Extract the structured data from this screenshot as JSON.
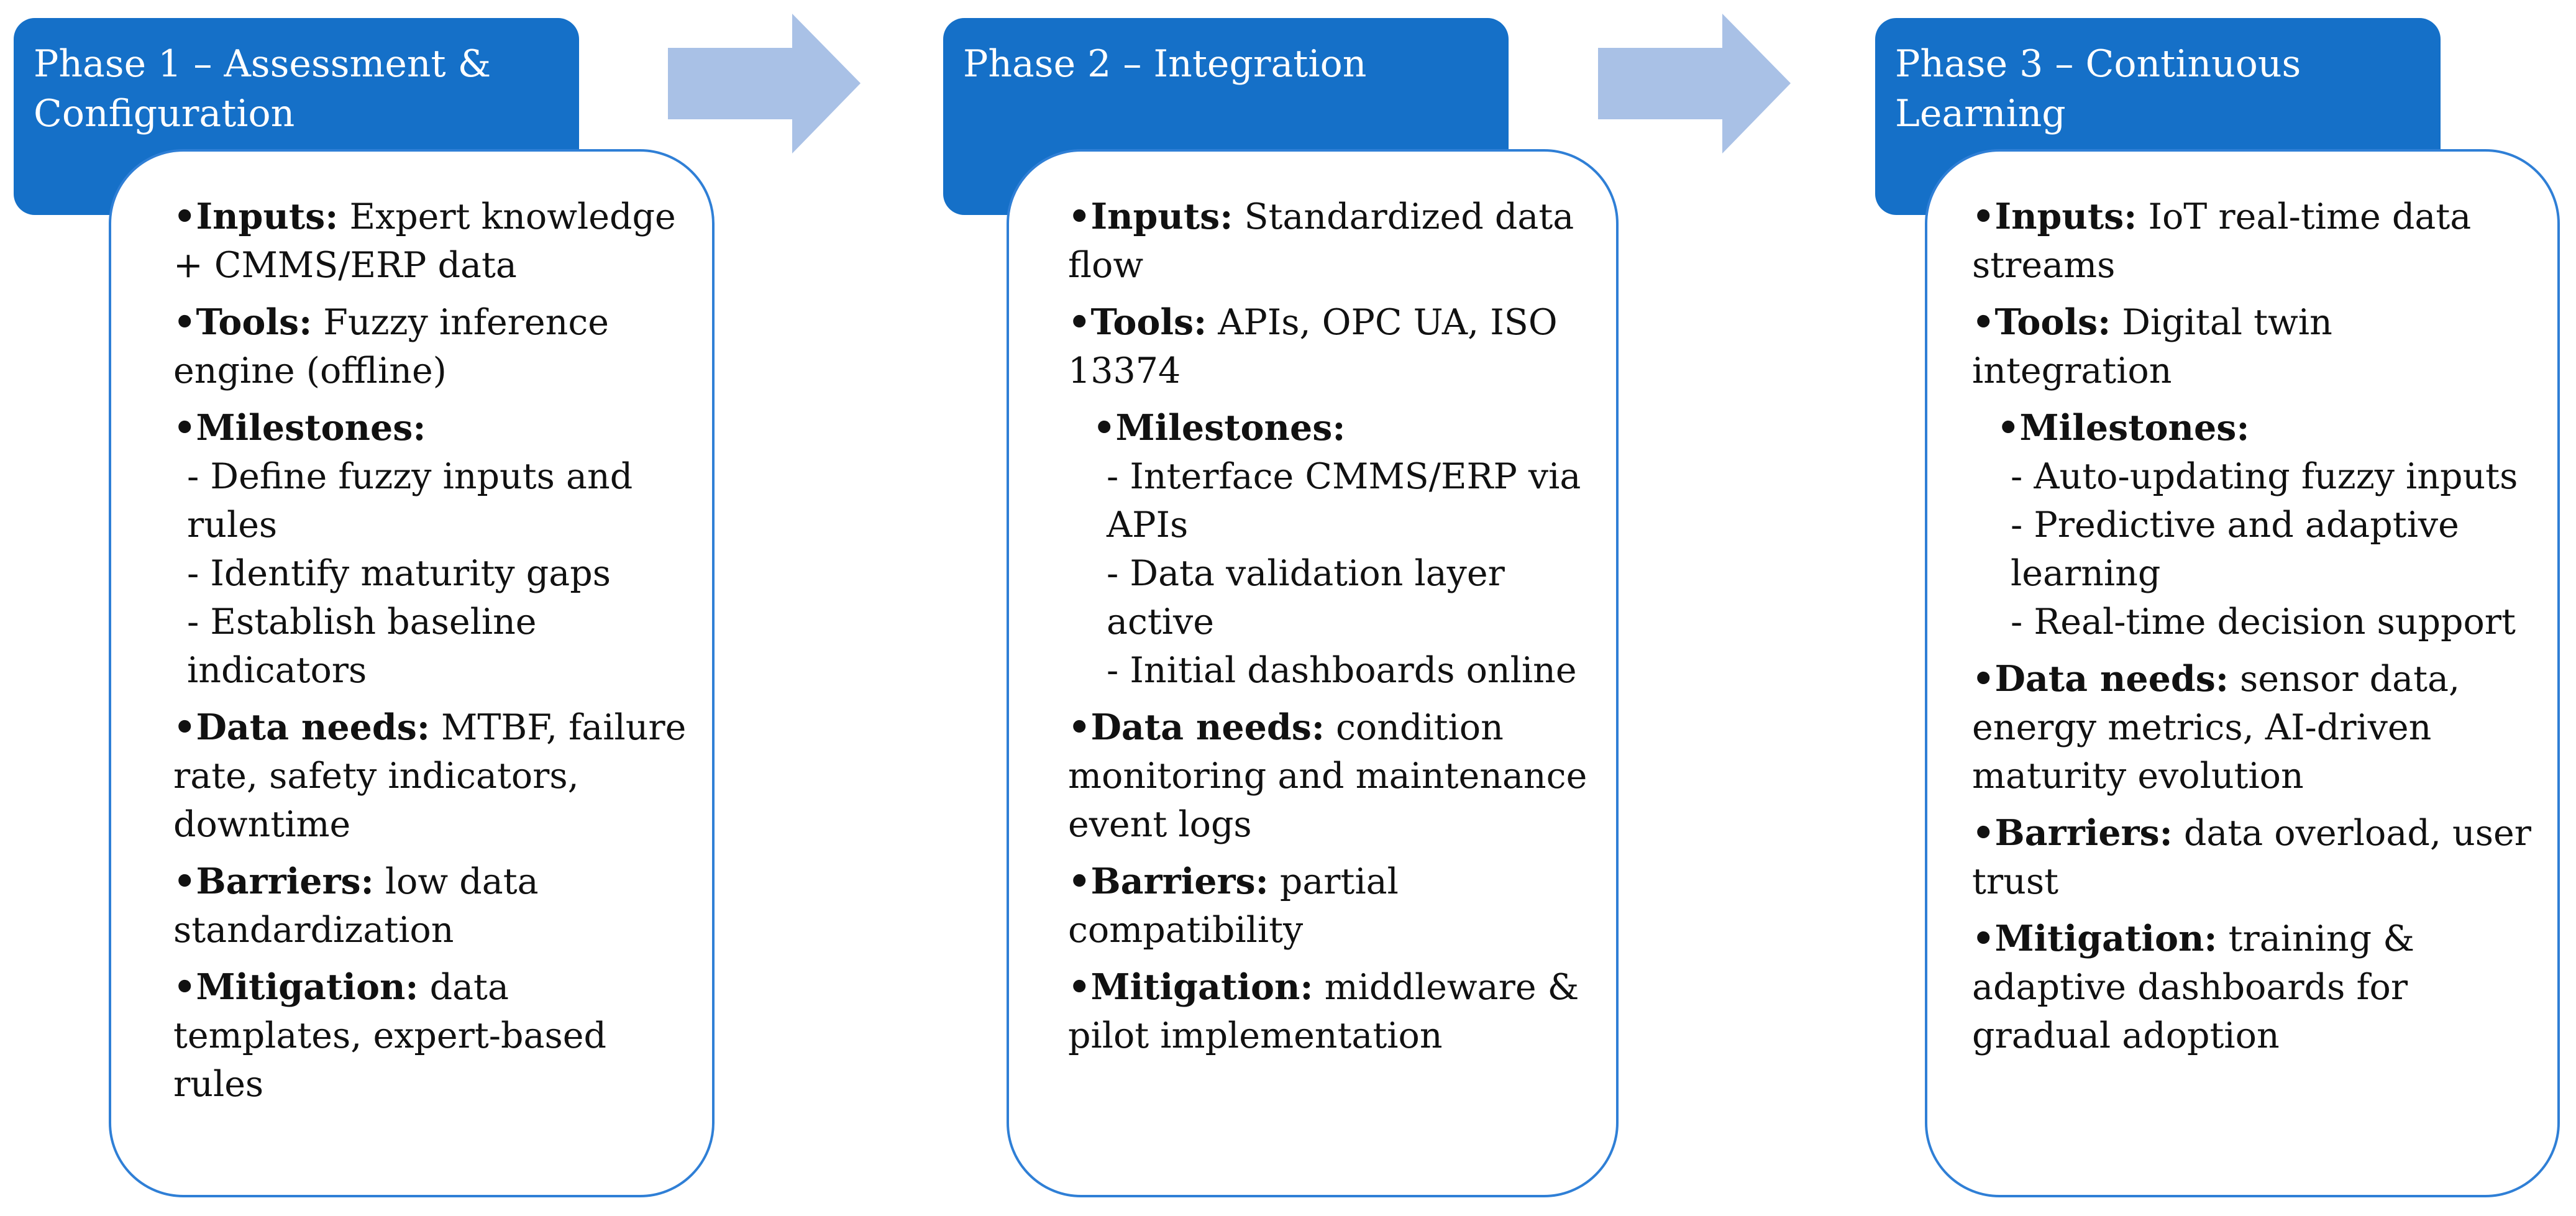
{
  "phases": [
    {
      "title": "Phase 1 – Assessment & Configuration",
      "inputs_label": "Inputs:",
      "inputs_text": "Expert knowledge + CMMS/ERP data",
      "tools_label": "Tools:",
      "tools_text": "Fuzzy inference engine (offline)",
      "milestones_label": "Milestones:",
      "milestones": [
        "- Define fuzzy inputs and rules",
        "- Identify maturity gaps",
        "- Establish baseline indicators"
      ],
      "data_label": "Data needs:",
      "data_text": "MTBF, failure rate, safety indicators, downtime",
      "barriers_label": "Barriers:",
      "barriers_text": "low data standardization",
      "mitigation_label": "Mitigation:",
      "mitigation_text": "data templates, expert-based rules"
    },
    {
      "title": "Phase 2 – Integration",
      "inputs_label": "Inputs:",
      "inputs_text": "Standardized data flow",
      "tools_label": "Tools:",
      "tools_text": "APIs, OPC UA, ISO 13374",
      "milestones_label": "Milestones:",
      "milestones": [
        "- Interface CMMS/ERP via APIs",
        "- Data validation layer active",
        "- Initial dashboards online"
      ],
      "data_label": "Data needs:",
      "data_text": "condition monitoring and maintenance event logs",
      "barriers_label": "Barriers:",
      "barriers_text": "partial compatibility",
      "mitigation_label": "Mitigation:",
      "mitigation_text": "middleware & pilot implementation"
    },
    {
      "title": "Phase 3 – Continuous Learning",
      "inputs_label": "Inputs:",
      "inputs_text": "IoT real-time data streams",
      "tools_label": "Tools:",
      "tools_text": "Digital twin integration",
      "milestones_label": "Milestones:",
      "milestones": [
        "- Auto-updating fuzzy inputs",
        "- Predictive and adaptive learning",
        "- Real-time decision support"
      ],
      "data_label": "Data needs:",
      "data_text": "sensor data, energy metrics, AI-driven maturity evolution",
      "barriers_label": "Barriers:",
      "barriers_text": "data overload, user trust",
      "mitigation_label": "Mitigation:",
      "mitigation_text": "training & adaptive dashboards for gradual adoption"
    }
  ],
  "colors": {
    "header": "#1570c8",
    "card_border": "#2f7fd6",
    "arrow": "#a9c1e6"
  },
  "icons": {
    "arrow": "right-arrow-icon"
  }
}
